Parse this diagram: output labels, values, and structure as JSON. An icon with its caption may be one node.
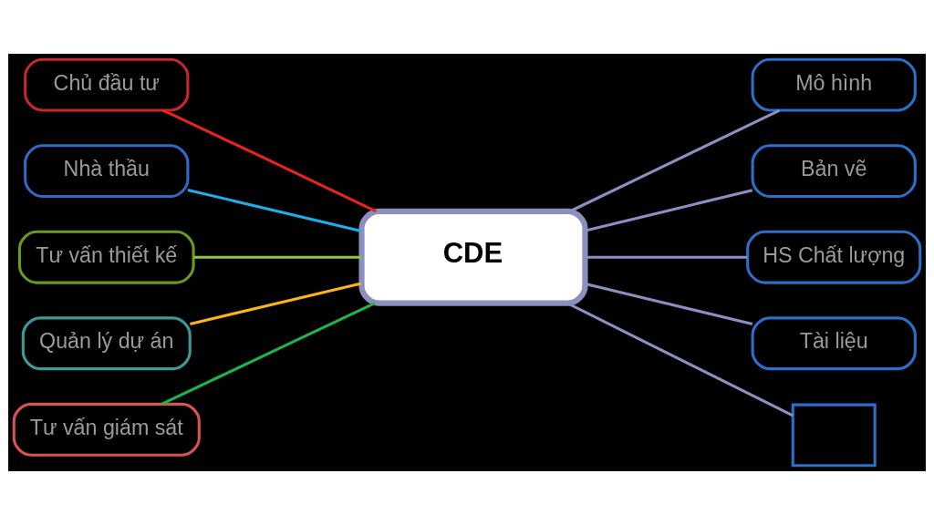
{
  "diagram": {
    "nodes": [
      {
        "text": [
          "CDE"
        ]
      },
      {
        "text": [
          "Chủ đầu tư"
        ]
      },
      {
        "text": [
          "Nhà thầu"
        ]
      },
      {
        "text": [
          "Tư vấn thiết kế"
        ]
      },
      {
        "text": [
          "Quản lý dự án"
        ]
      },
      {
        "text": [
          "Tư vấn giám sát"
        ]
      },
      {
        "text": [
          "Mô hình"
        ]
      },
      {
        "text": [
          "Bản vẽ"
        ]
      },
      {
        "text": [
          "HS Chất lượng"
        ]
      },
      {
        "text": [
          "Tài liệu"
        ]
      },
      {
        "text": [],
        "shape": "box"
      }
    ],
    "edges": [
      {
        "from": 1,
        "to": 0,
        "arrow": "none",
        "color": "#e8231e"
      },
      {
        "from": 2,
        "to": 0,
        "arrow": "none",
        "color": "#1eaee8"
      },
      {
        "from": 3,
        "to": 0,
        "arrow": "none",
        "color": "#8cc63f"
      },
      {
        "from": 4,
        "to": 0,
        "arrow": "none",
        "color": "#fbb514"
      },
      {
        "from": 5,
        "to": 0,
        "arrow": "none",
        "color": "#1db34f"
      },
      {
        "from": 0,
        "to": 6,
        "arrow": "none"
      },
      {
        "from": 0,
        "to": 7,
        "arrow": "none"
      },
      {
        "from": 0,
        "to": 8,
        "arrow": "none"
      },
      {
        "from": 0,
        "to": 9,
        "arrow": "none"
      },
      {
        "from": 0,
        "to": 10,
        "arrow": "none"
      }
    ]
  }
}
